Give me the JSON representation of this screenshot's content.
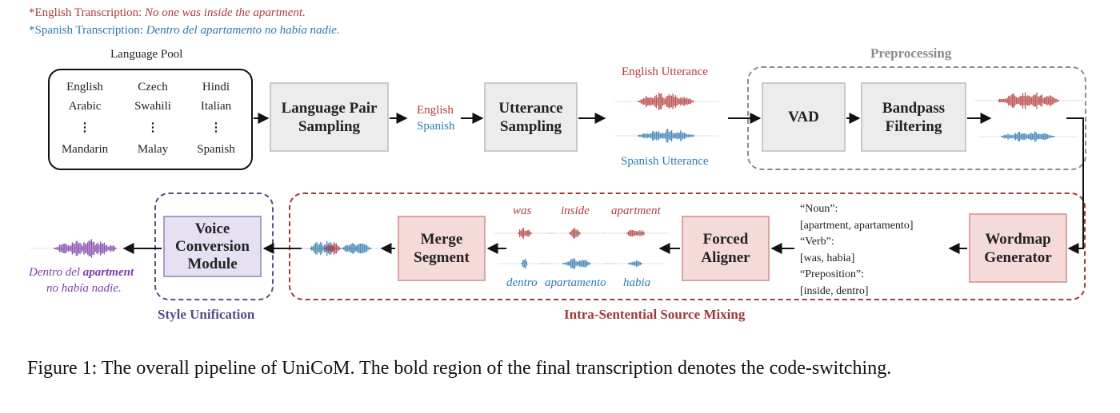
{
  "header": {
    "english_prefix": "*English Transcription: ",
    "english_text": "No one was inside the apartment.",
    "spanish_prefix": "*Spanish Transcription: ",
    "spanish_text": "Dentro del apartamento no había nadie."
  },
  "language_pool": {
    "title": "Language Pool",
    "col1": [
      "English",
      "Arabic",
      "⋮",
      "Mandarin"
    ],
    "col2": [
      "Czech",
      "Swahili",
      "⋮",
      "Malay"
    ],
    "col3": [
      "Hindi",
      "Italian",
      "⋮",
      "Spanish"
    ]
  },
  "pair_labels": {
    "english": "English",
    "spanish": "Spanish"
  },
  "boxes": {
    "language_pair_sampling": [
      "Language Pair",
      "Sampling"
    ],
    "utterance_sampling": [
      "Utterance",
      "Sampling"
    ],
    "vad": "VAD",
    "bandpass_filtering": [
      "Bandpass",
      "Filtering"
    ],
    "wordmap_generator": [
      "Wordmap",
      "Generator"
    ],
    "forced_aligner": [
      "Forced",
      "Aligner"
    ],
    "merge_segment": [
      "Merge",
      "Segment"
    ],
    "voice_conversion_module": [
      "Voice",
      "Conversion",
      "Module"
    ]
  },
  "utterance_labels": {
    "english": "English Utterance",
    "spanish": "Spanish Utterance"
  },
  "regions": {
    "preprocessing": "Preprocessing",
    "intra_sentential": "Intra-Sentential Source Mixing",
    "style_unification": "Style Unification"
  },
  "wordmap": [
    "“Noun”:",
    "[apartment, apartamento]",
    "“Verb”:",
    "[was, habia]",
    "“Preposition”:",
    "[inside, dentro]"
  ],
  "aligned_words": {
    "english": [
      "was",
      "inside",
      "apartment"
    ],
    "spanish": [
      "dentro",
      "apartamento",
      "habia"
    ]
  },
  "final_transcription": {
    "line1_prefix": "Dentro del ",
    "line1_bold": "apartment",
    "line2": "no había nadie."
  },
  "caption": "Figure 1: The overall pipeline of UniCoM. The bold region of the final transcription denotes the code-switching.",
  "colors": {
    "english": "#b13a3a",
    "spanish": "#2f7ab0",
    "final": "#7b3fa8",
    "gray_region": "#888888",
    "red_region": "#9e3a3a",
    "purple_region": "#5a4a8a"
  }
}
